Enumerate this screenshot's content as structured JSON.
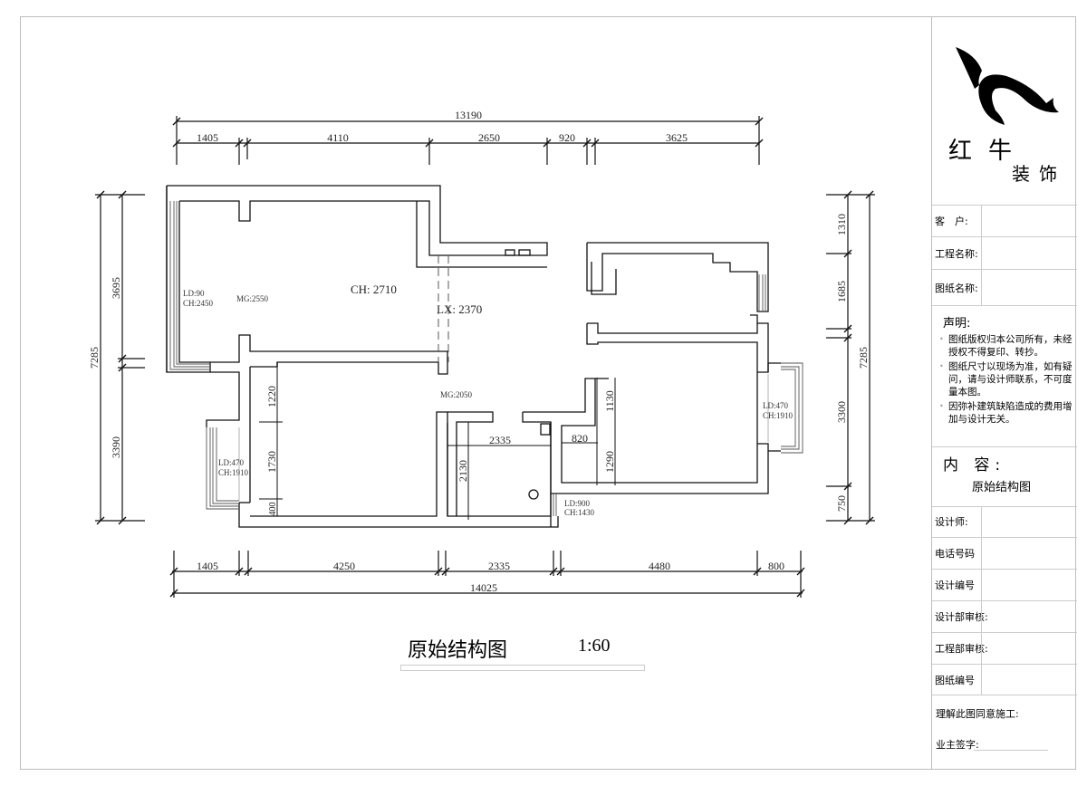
{
  "plan": {
    "title": "原始结构图",
    "scale": "1:60",
    "top_dims": {
      "total": "13190",
      "segments": [
        "1405",
        "4110",
        "2650",
        "920",
        "3625"
      ]
    },
    "bottom_dims": {
      "total": "14025",
      "segments": [
        "1405",
        "4250",
        "2335",
        "4480",
        "800"
      ]
    },
    "left_dims": {
      "total": "7285",
      "segments": [
        "3695",
        "3390"
      ]
    },
    "right_dims": {
      "total": "7285",
      "segments": [
        "1310",
        "1685",
        "3300",
        "750"
      ]
    },
    "inner_dims": {
      "bedroom_1220": "1220",
      "bedroom_1730": "1730",
      "bedroom_400": "400",
      "bath_width": "2335",
      "bath_height": "2130",
      "hall_820": "820",
      "hall_1130": "1130",
      "hall_1290": "1290"
    },
    "labels": {
      "living_ld": "LD:90",
      "living_ch": "CH:2450",
      "living_mg": "MG:2550",
      "ceiling": "CH: 2710",
      "beam": "LX: 2370",
      "door_mg": "MG:2050",
      "bed_left_ld": "LD:470",
      "bed_left_ch": "CH:1910",
      "bed_right_ld": "LD:470",
      "bed_right_ch": "CH:1910",
      "bath_ld": "LD:900",
      "bath_ch": "CH:1430"
    }
  },
  "titleblock": {
    "brand_line1": "红牛",
    "brand_line2": "装饰",
    "fields_top": [
      {
        "key": "客　户:",
        "value": ""
      },
      {
        "key": "工程名称:",
        "value": ""
      },
      {
        "key": "图纸名称:",
        "value": ""
      }
    ],
    "statement_title": "声明:",
    "statements": [
      "图纸版权归本公司所有，未经授权不得复印、转抄。",
      "图纸尺寸以现场为准，如有疑问，请与设计师联系，不可度量本图。",
      "因弥补建筑缺陷造成的费用增加与设计无关。"
    ],
    "content_title": "内 容:",
    "content_value": "原始结构图",
    "fields_bottom": [
      {
        "key": "设计师:",
        "value": ""
      },
      {
        "key": "电话号码",
        "value": ""
      },
      {
        "key": "设计编号",
        "value": ""
      },
      {
        "key": "设计部审核:",
        "value": ""
      },
      {
        "key": "工程部审核:",
        "value": ""
      },
      {
        "key": "图纸编号",
        "value": ""
      }
    ],
    "agree_label": "理解此图同意施工:",
    "owner_sign_label": "业主签字:"
  }
}
